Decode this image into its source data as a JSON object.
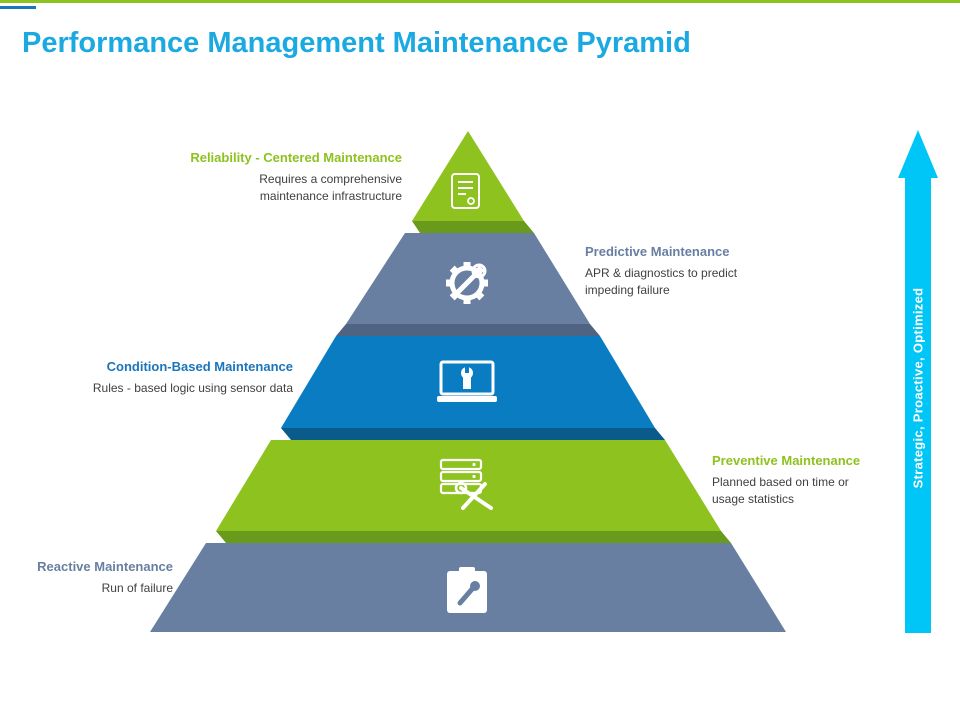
{
  "title": "Performance Management Maintenance Pyramid",
  "colors": {
    "green": "#8dc21f",
    "green_shadow": "#6a9a1c",
    "slate": "#687fa2",
    "slate_shadow": "#4f6383",
    "blue": "#0a7dc2",
    "blue_shadow": "#0a5b8c",
    "arrow": "#00c6f7",
    "title": "#1ba9e1"
  },
  "tiers": [
    {
      "heading": "Reliability - Centered Maintenance",
      "description": "Requires a comprehensive maintenance infrastructure",
      "icon": "document-gear-icon"
    },
    {
      "heading": "Predictive Maintenance",
      "description": "APR & diagnostics to predict impeding failure",
      "icon": "gear-wrench-icon"
    },
    {
      "heading": "Condition-Based Maintenance",
      "description": "Rules - based logic using sensor data",
      "icon": "laptop-wrench-icon"
    },
    {
      "heading": "Preventive Maintenance",
      "description": "Planned based on time or usage statistics",
      "icon": "server-tools-icon"
    },
    {
      "heading": "Reactive Maintenance",
      "description": "Run of failure",
      "icon": "clipboard-wrench-icon"
    }
  ],
  "arrow": {
    "label": "Strategic, Proactive, Optimized",
    "direction": "up"
  }
}
